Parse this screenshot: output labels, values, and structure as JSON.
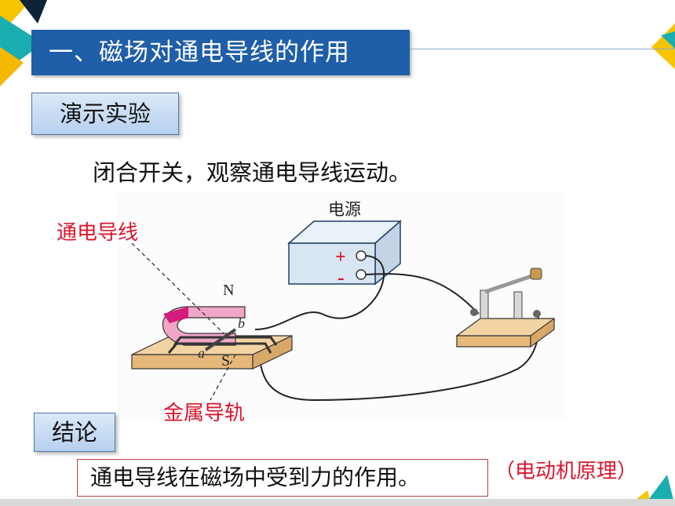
{
  "title": "一、磁场对通电导线的作用",
  "demo_label": "演示实验",
  "instruction": "闭合开关，观察通电导线运动。",
  "diagram": {
    "power_source_label": "电源",
    "positive_sign": "+",
    "negative_sign": "-",
    "north_pole": "N",
    "south_pole": "S",
    "point_a": "a",
    "point_b": "b",
    "wire_label": "通电导线",
    "rail_label": "金属导轨"
  },
  "conclusion_label": "结论",
  "conclusion_text": "通电导线在磁场中受到力的作用。",
  "note": "（电动机原理）",
  "colors": {
    "title_bg": "#1f5ea8",
    "accent_red": "#d9162d",
    "yellow": "#f7c900",
    "teal": "#1fb5b0"
  }
}
